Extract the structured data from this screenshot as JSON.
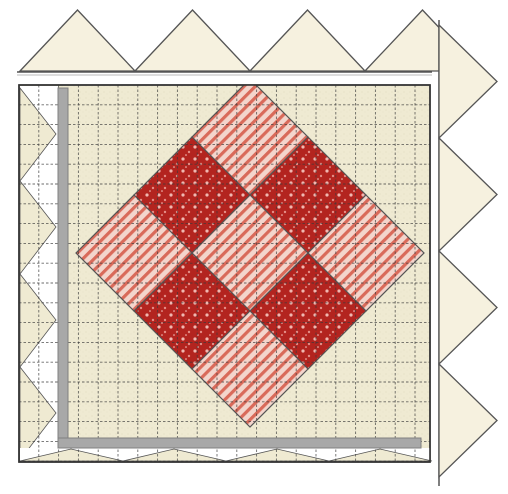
{
  "colors": {
    "background": "#ffffff",
    "cream": "#efead2",
    "cream_light": "#f6f1df",
    "floral_base": "#f4ead6",
    "floral_accent": "#e8a7a0",
    "floral_leaf": "#b9b98a",
    "red": "#b3241f",
    "red_dark": "#8f1614",
    "red_dot": "#f0b7b0",
    "stripe_light": "#f3d5cc",
    "stripe_dark": "#d96a5a",
    "gray_ruler": "#a8a8a8",
    "gray_ruler_dark": "#808080",
    "grid_line": "#3a3a3a",
    "outline": "#555555"
  },
  "block": {
    "rows": [
      [
        "stripe",
        "red",
        "stripe"
      ],
      [
        "red",
        "stripe",
        "red"
      ],
      [
        "stripe",
        "red",
        "stripe"
      ]
    ],
    "floral_positions": [
      [
        0,
        1
      ],
      [
        1,
        0
      ],
      [
        1,
        2
      ],
      [
        2,
        1
      ]
    ]
  },
  "borders": {
    "top_triangle_count": 4,
    "right_triangle_count": 4
  }
}
